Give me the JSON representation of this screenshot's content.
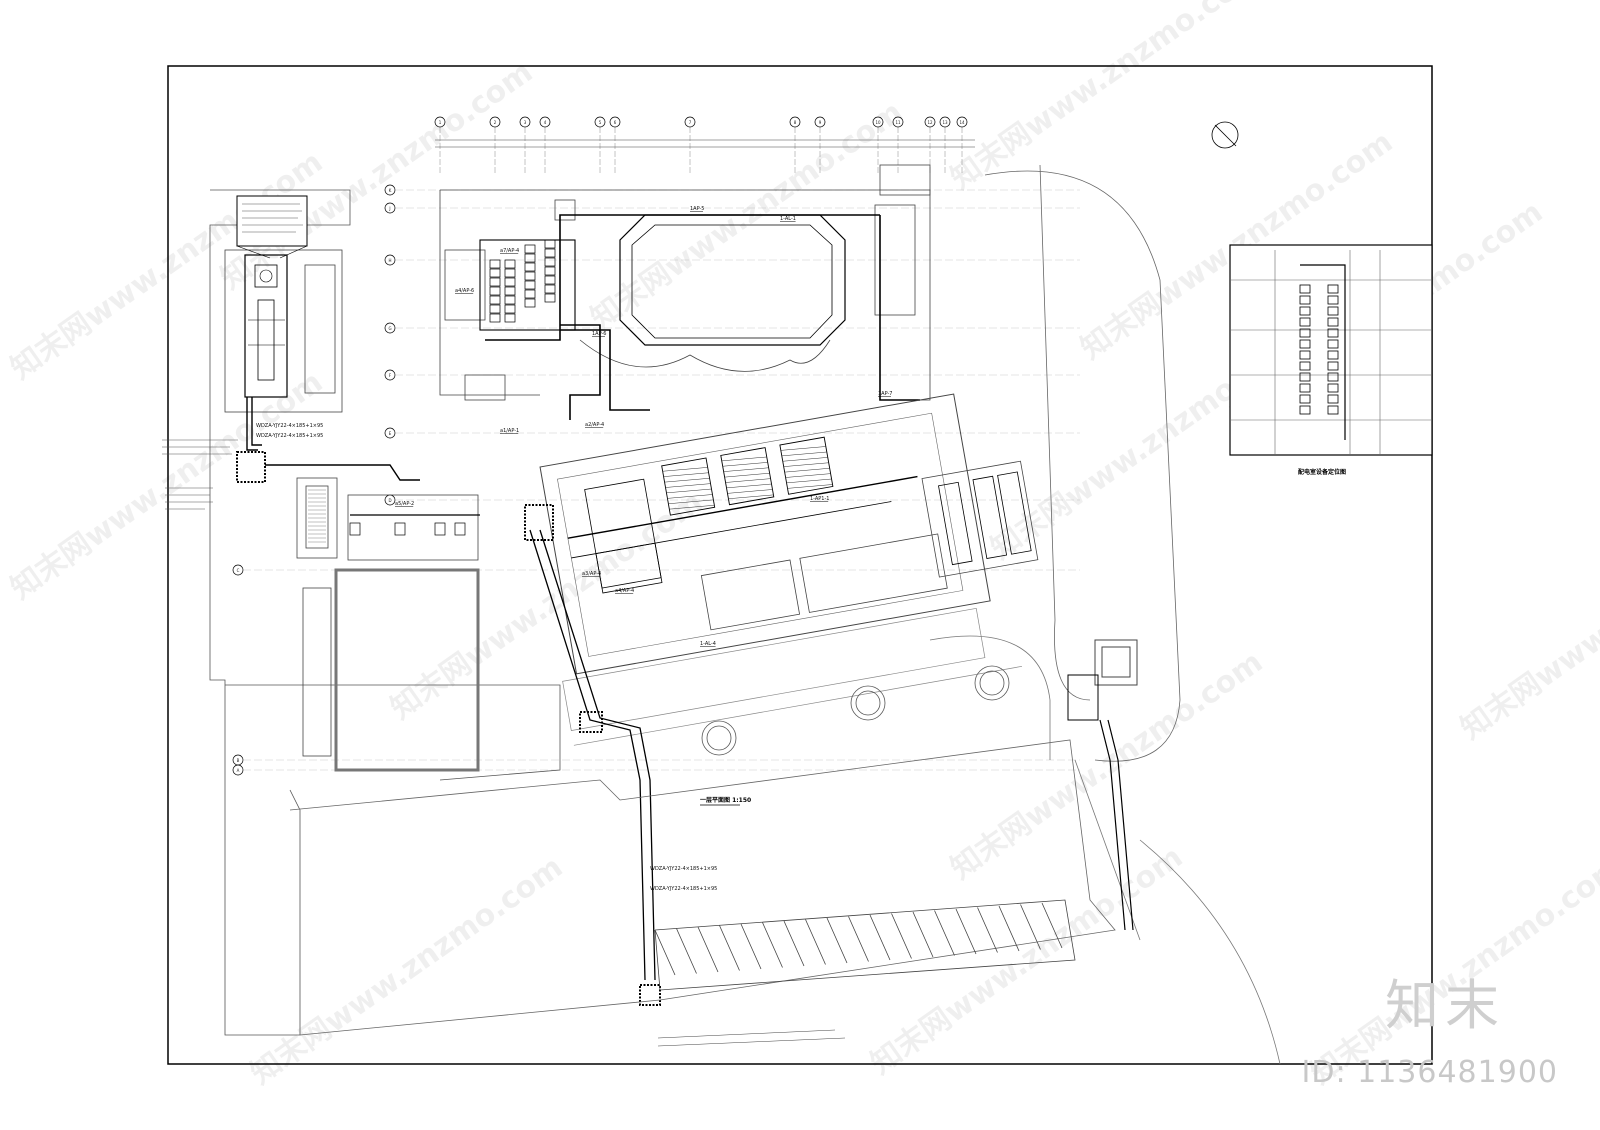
{
  "sheet": {
    "plan_title": "一层平面图 1:150",
    "inset_title": "配电室设备定位图"
  },
  "grid_top": [
    "1",
    "2",
    "3",
    "4",
    "5",
    "6",
    "7",
    "8",
    "9",
    "10",
    "11",
    "12",
    "13",
    "14"
  ],
  "grid_left": [
    "K",
    "J",
    "H",
    "G",
    "F",
    "E",
    "D",
    "C",
    "B",
    "A"
  ],
  "cable_labels": [
    "WDZA-YJY22-4×185+1×95",
    "WDZA-YJY22-4×185+1×95",
    "WDZA-YJY22-4×185+1×95",
    "WDZA-YJY22-4×185+1×95"
  ],
  "panel_labels": [
    "a7/AP-4",
    "a4/AP-6",
    "1AP-5",
    "1-AL-1",
    "1AP-6",
    "a1/AP-1",
    "a2/AP-4",
    "a3/AP-4",
    "1AP-7",
    "a5/AP-2",
    "1-AP1-1",
    "1-AL-4",
    "a4/AP-4"
  ],
  "watermark": "知末网www.znzmo.com",
  "brand": "知末",
  "id_text": "ID: 1136481900"
}
